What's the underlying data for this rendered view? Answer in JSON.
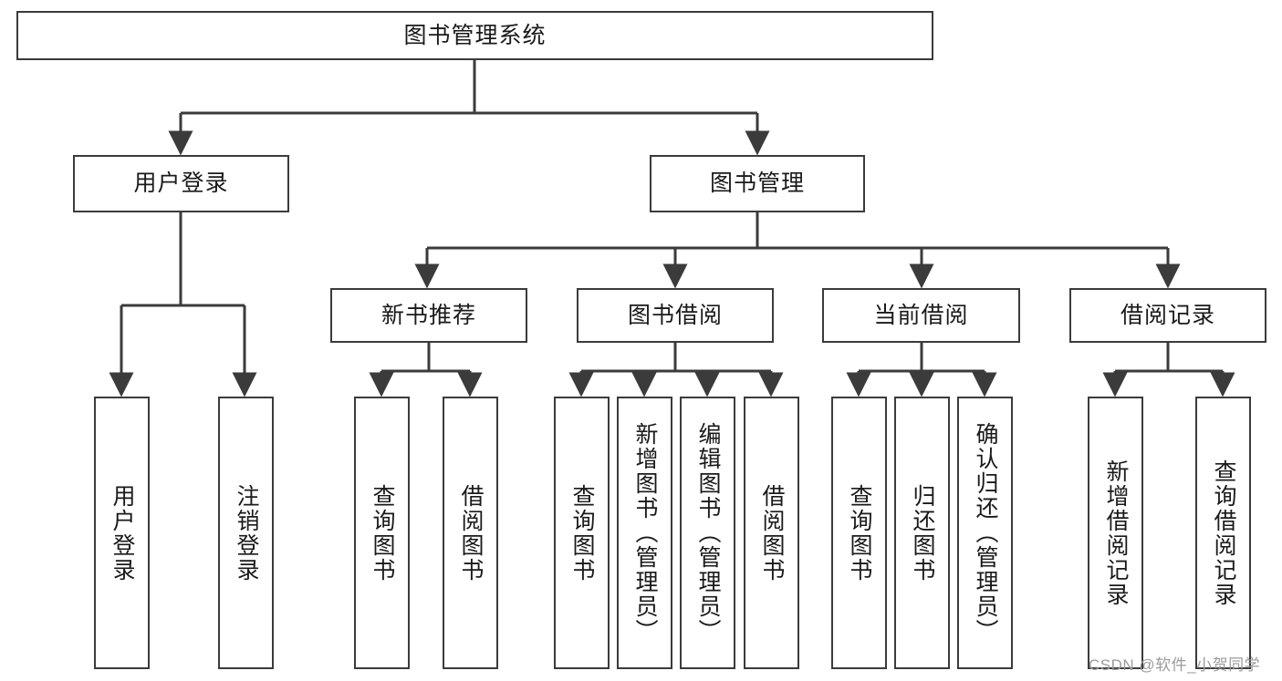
{
  "diagram": {
    "title": "图书管理系统",
    "type": "hierarchy-tree",
    "root": {
      "label": "图书管理系统"
    },
    "level2": [
      {
        "label": "用户登录"
      },
      {
        "label": "图书管理"
      }
    ],
    "level3": [
      {
        "label": "新书推荐"
      },
      {
        "label": "图书借阅"
      },
      {
        "label": "当前借阅"
      },
      {
        "label": "借阅记录"
      }
    ],
    "leaves": {
      "user_login": [
        {
          "label": "用户登录"
        },
        {
          "label": "注销登录"
        }
      ],
      "new_book_recommend": [
        {
          "label": "查询图书"
        },
        {
          "label": "借阅图书"
        }
      ],
      "book_borrow": [
        {
          "label": "查询图书"
        },
        {
          "label": "新增图书（管理员）"
        },
        {
          "label": "编辑图书（管理员）"
        },
        {
          "label": "借阅图书"
        }
      ],
      "current_borrow": [
        {
          "label": "查询图书"
        },
        {
          "label": "归还图书"
        },
        {
          "label": "确认归还（管理员）"
        }
      ],
      "borrow_record": [
        {
          "label": "新增借阅记录"
        },
        {
          "label": "查询借阅记录"
        }
      ]
    }
  },
  "watermark": {
    "text": "CSDN @软件_小贺同学"
  },
  "colors": {
    "stroke": "#3b3b3b",
    "fill": "#ffffff",
    "text": "#1a1a1a",
    "watermark": "#9b9b9b"
  }
}
